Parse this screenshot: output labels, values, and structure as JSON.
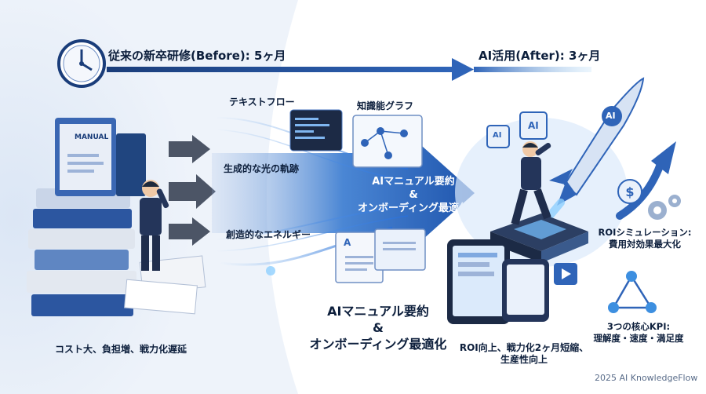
{
  "timeline": {
    "before_label": "従来の新卒研修(Before): 5ヶ月",
    "after_label": "AI活用(After): 3ヶ月"
  },
  "left": {
    "manual_label": "MANUAL",
    "caption": "コスト大、負担増、戦力化遅延"
  },
  "flows": {
    "text_flow": "テキストフロー",
    "light_trail": "生成的な光の軌跡",
    "creative_energy": "創造的なエネルギー",
    "knowledge_graph": "知識能グラフ"
  },
  "center": {
    "arrow_line1": "AIマニュアル要約",
    "arrow_line2": "&",
    "arrow_line3": "オンボーディング最適化",
    "caption_line1": "AIマニュアル要約",
    "caption_line2": "&",
    "caption_line3": "オンボーディング最適化"
  },
  "right": {
    "rocket_badge": "AI",
    "chip1": "AI",
    "chip2": "AI",
    "roi_line1": "ROIシミュレーション:",
    "roi_line2": "費用対効果最大化",
    "kpi_line1": "3つの核心KPI:",
    "kpi_line2": "理解度・速度・満足度",
    "result_line1": "ROI向上、戦力化2ヶ月短縮、",
    "result_line2": "生産性向上",
    "doc_letter": "A"
  },
  "footer": {
    "credit": "2025 AI KnowledgeFlow"
  },
  "colors": {
    "navy": "#0d1f3c",
    "blue": "#2f64b8",
    "light_blue": "#d9e6f7",
    "accent": "#3d8fe0"
  },
  "icons": [
    "clock-icon",
    "rocket-icon",
    "dollar-icon",
    "gear-icon",
    "trend-arrow-icon",
    "triangle-network-icon",
    "document-icon",
    "code-window-icon",
    "graph-window-icon"
  ]
}
